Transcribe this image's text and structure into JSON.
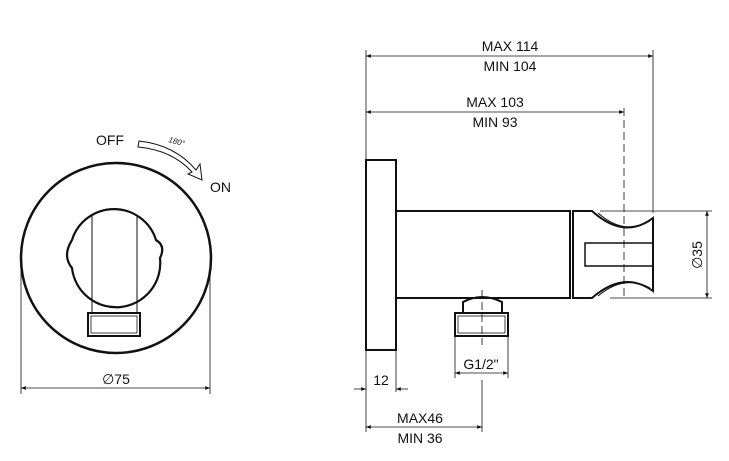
{
  "front_view": {
    "off_label": "OFF",
    "on_label": "ON",
    "rotation_label": "180°",
    "diameter_label": "∅75"
  },
  "side_view": {
    "overall_max": "MAX 114",
    "overall_min": "MIN 104",
    "holder_max": "MAX 103",
    "holder_min": "MIN 93",
    "head_diameter": "∅35",
    "thread_label": "G1/2\"",
    "flange_thickness": "12",
    "outlet_max": "MAX46",
    "outlet_min": "MIN 36"
  }
}
